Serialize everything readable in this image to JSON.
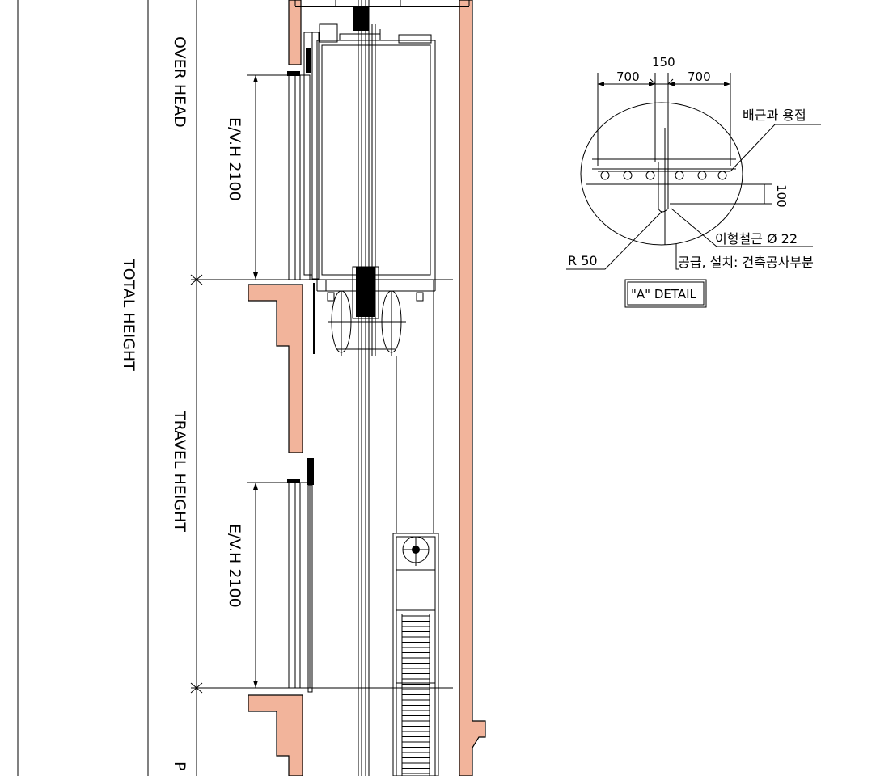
{
  "labels": {
    "total_height": "TOTAL HEIGHT",
    "over_head": "OVER HEAD",
    "travel_height": "TRAVEL HEIGHT",
    "evh_top": "E/V.H 2100",
    "evh_bottom": "E/V.H 2100",
    "bottom_cut": "P"
  },
  "detail": {
    "dim_150": "150",
    "dim_700_left": "700",
    "dim_700_right": "700",
    "dim_100": "100",
    "weld_note": "배근과 용접",
    "bar_note": "이형철근 Ø 22",
    "supply_note": "공급, 설치: 건축공사부분",
    "radius_note": "R 50",
    "title": "\"A\" DETAIL"
  },
  "colors": {
    "wall_fill": "#f2b49b",
    "line": "#000000"
  }
}
